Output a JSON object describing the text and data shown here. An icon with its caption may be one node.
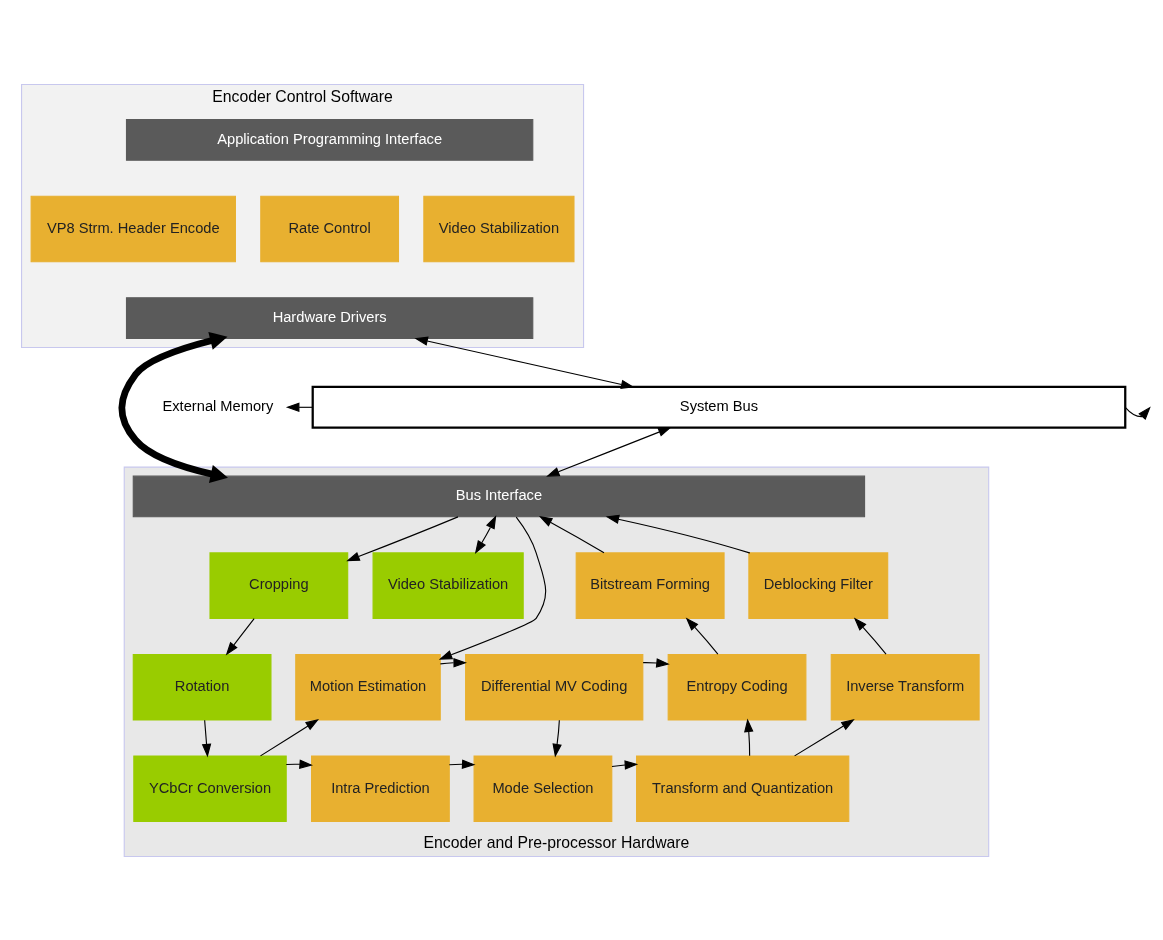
{
  "diagram": {
    "nodes": [
      {
        "text": [
          "Encoder Control Software"
        ]
      },
      {
        "text": [
          "Application Programming Interface"
        ],
        "in": 0
      },
      {
        "text": [
          "VP8 Strm. Header Encode"
        ],
        "in": 0
      },
      {
        "text": [
          "Rate Control"
        ],
        "in": 0
      },
      {
        "text": [
          "Video Stabilization"
        ],
        "in": 0
      },
      {
        "text": [
          "Hardware Drivers"
        ],
        "in": 0
      },
      {
        "text": [
          "System Bus"
        ]
      },
      {
        "text": [
          "External Memory"
        ]
      },
      {
        "text": [
          "Encoder and Pre-processor Hardware"
        ]
      },
      {
        "text": [
          "Bus Interface"
        ],
        "in": 8
      },
      {
        "text": [
          "Cropping"
        ],
        "in": 8
      },
      {
        "text": [
          "Video Stabilization"
        ],
        "in": 8
      },
      {
        "text": [
          "Rotation"
        ],
        "in": 8
      },
      {
        "text": [
          "YCbCr Conversion"
        ],
        "in": 8
      },
      {
        "text": [
          "Motion Estimation"
        ],
        "in": 8
      },
      {
        "text": [
          "Intra Prediction"
        ],
        "in": 8
      },
      {
        "text": [
          "Differential MV Coding"
        ],
        "in": 8
      },
      {
        "text": [
          "Mode Selection"
        ],
        "in": 8
      },
      {
        "text": [
          "Bitstream Forming"
        ],
        "in": 8
      },
      {
        "text": [
          "Entropy Coding"
        ],
        "in": 8
      },
      {
        "text": [
          "Transform and Quantization"
        ],
        "in": 8
      },
      {
        "text": [
          "Deblocking Filter"
        ],
        "in": 8
      },
      {
        "text": [
          "Inverse Transform"
        ],
        "in": 8
      }
    ],
    "edges": [
      {
        "from": 5,
        "to": 9,
        "arrow": "both",
        "style": "thick"
      },
      {
        "from": 5,
        "to": 6,
        "arrow": "both"
      },
      {
        "from": 6,
        "to": 9,
        "arrow": "both"
      },
      {
        "from": 6,
        "to": 7,
        "arrow": "to"
      },
      {
        "from": 6,
        "to": null,
        "arrow": "to"
      },
      {
        "from": 9,
        "to": 10,
        "arrow": "to"
      },
      {
        "from": 9,
        "to": 11,
        "arrow": "both"
      },
      {
        "from": 9,
        "to": 14,
        "arrow": "to"
      },
      {
        "from": 18,
        "to": 9,
        "arrow": "to"
      },
      {
        "from": 21,
        "to": 9,
        "arrow": "to"
      },
      {
        "from": 10,
        "to": 12,
        "arrow": "to"
      },
      {
        "from": 12,
        "to": 13,
        "arrow": "to"
      },
      {
        "from": 13,
        "to": 14,
        "arrow": "to"
      },
      {
        "from": 13,
        "to": 15,
        "arrow": "to"
      },
      {
        "from": 14,
        "to": 16,
        "arrow": "to"
      },
      {
        "from": 16,
        "to": 19,
        "arrow": "to"
      },
      {
        "from": 16,
        "to": 17,
        "arrow": "to"
      },
      {
        "from": 15,
        "to": 17,
        "arrow": "to"
      },
      {
        "from": 17,
        "to": 20,
        "arrow": "to"
      },
      {
        "from": 20,
        "to": 19,
        "arrow": "to"
      },
      {
        "from": 20,
        "to": 22,
        "arrow": "to"
      },
      {
        "from": 19,
        "to": 18,
        "arrow": "to"
      },
      {
        "from": 22,
        "to": 21,
        "arrow": "to"
      }
    ]
  }
}
